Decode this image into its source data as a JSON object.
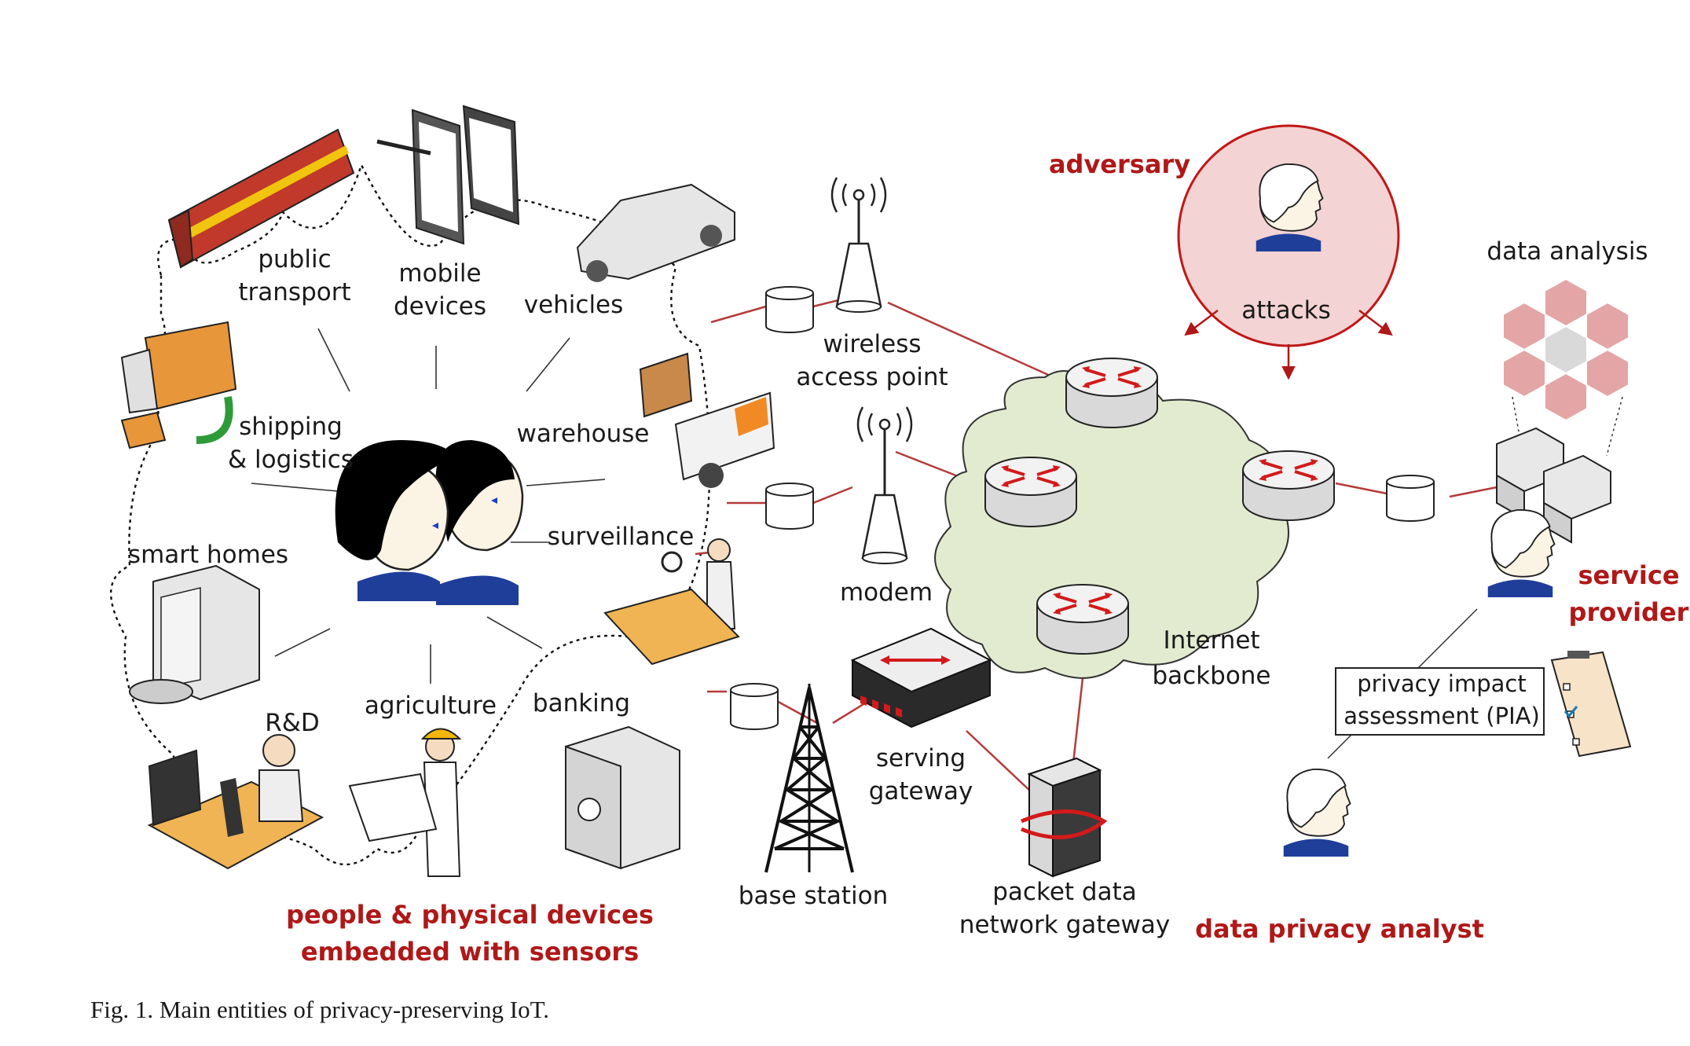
{
  "labels": {
    "public_transport": [
      "public",
      "transport"
    ],
    "mobile_devices": [
      "mobile",
      "devices"
    ],
    "vehicles": "vehicles",
    "shipping": [
      "shipping",
      "& logistics"
    ],
    "warehouse": "warehouse",
    "surveillance": "surveillance",
    "smart_homes": "smart homes",
    "rnd": "R&D",
    "agriculture": "agriculture",
    "banking": "banking",
    "people_devices": [
      "people & physical devices",
      "embedded with sensors"
    ],
    "wireless_ap": [
      "wireless",
      "access point"
    ],
    "modem": "modem",
    "base_station": "base station",
    "serving_gateway": [
      "serving",
      "gateway"
    ],
    "pdn_gateway": [
      "packet data",
      "network gateway"
    ],
    "internet_backbone": [
      "Internet",
      "backbone"
    ],
    "adversary": "adversary",
    "attacks": "attacks",
    "data_analysis": "data analysis",
    "service_provider": [
      "service",
      "provider"
    ],
    "pia": [
      "privacy impact",
      "assessment (PIA)"
    ],
    "data_privacy_analyst": "data privacy analyst"
  },
  "caption": "Fig. 1.  Main entities of privacy-preserving IoT.",
  "colors": {
    "accent_red": "#b01818",
    "link_red": "#b53a3a",
    "cloud_green": "#e2ebcf",
    "adversary_pink": "#f3d3d3",
    "hexagon_pink": "#e3a5a5",
    "hexagon_center": "#d9d9d9"
  },
  "icons": [
    "train-icon",
    "tablet-icon",
    "phone-icon",
    "car-icon",
    "truck-icon",
    "forklift-icon",
    "inspector-icon",
    "people-icon",
    "smart-home-icon",
    "researcher-icon",
    "farmer-icon",
    "atm-icon",
    "database-icon",
    "antenna-icon",
    "cell-tower-icon",
    "switch-icon",
    "router-icon",
    "server-icon",
    "person-icon",
    "clipboard-icon",
    "hexagon-cluster-icon"
  ]
}
